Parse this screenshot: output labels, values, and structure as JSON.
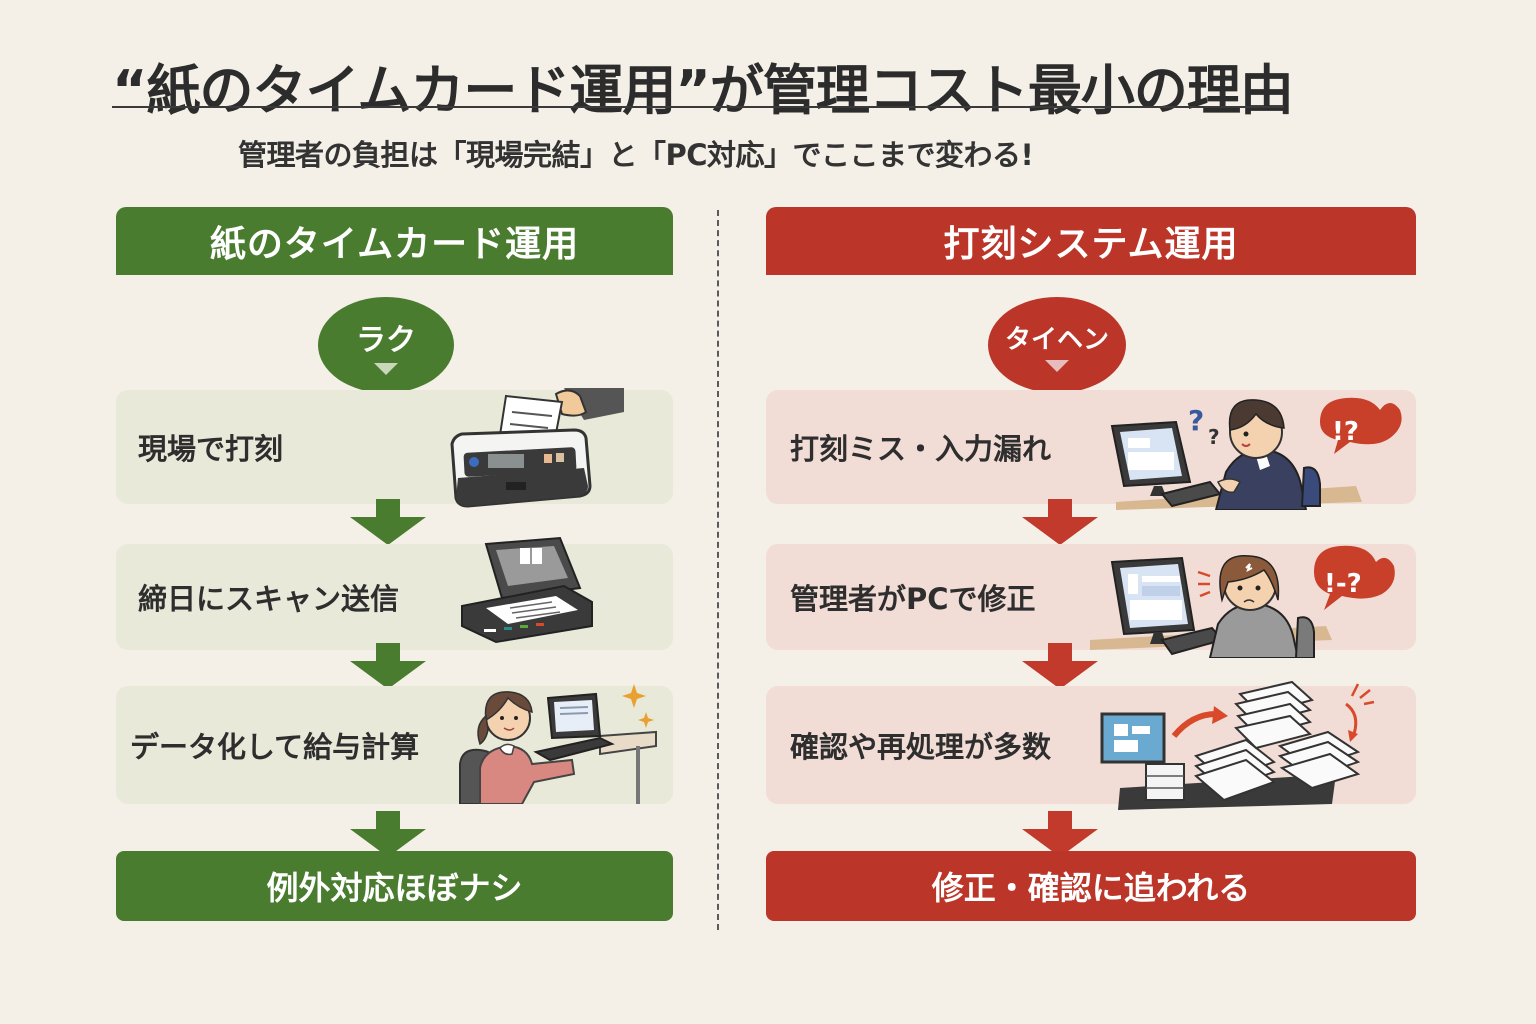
{
  "header": {
    "title": "“紙のタイムカード運用”が管理コスト最小の理由",
    "subtitle": "管理者の負担は「現場完結」と「PC対応」でここまで変わる!"
  },
  "colors": {
    "green": "#4a7c2f",
    "red": "#bb3528",
    "background": "#f4f0e8",
    "green_step_bg": "#e8e9d8",
    "red_step_bg": "#f2dcd6"
  },
  "left": {
    "header": "紙のタイムカード運用",
    "badge": "ラク",
    "steps": [
      {
        "label": "現場で打刻",
        "icon": "time-clock-icon"
      },
      {
        "label": "締日にスキャン送信",
        "icon": "scanner-icon"
      },
      {
        "label": "データ化して給与計算",
        "icon": "worker-laptop-icon"
      }
    ],
    "result": "例外対応ほぼナシ"
  },
  "right": {
    "header": "打刻システム運用",
    "badge": "タイヘン",
    "steps": [
      {
        "label": "打刻ミス・入力漏れ",
        "icon": "confused-worker-icon"
      },
      {
        "label": "管理者がPCで修正",
        "icon": "stressed-manager-icon"
      },
      {
        "label": "確認や再処理が多数",
        "icon": "paper-stacks-icon"
      }
    ],
    "result": "修正・確認に追われる"
  }
}
